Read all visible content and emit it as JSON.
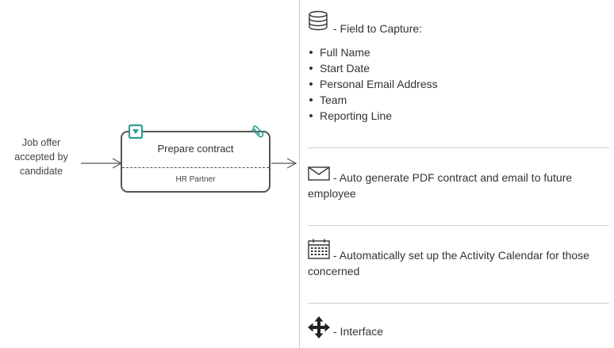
{
  "diagram": {
    "trigger_label": "Job offer\naccepted by\ncandidate",
    "task": {
      "title": "Prepare contract",
      "role": "HR Partner"
    },
    "icons": {
      "form": "form-dropdown-icon",
      "attachment": "paperclip-icon"
    },
    "colors": {
      "accent": "#2a9d8f",
      "stroke": "#555555"
    }
  },
  "panel": {
    "fields_section": {
      "icon": "database-icon",
      "heading": "- Field to Capture:",
      "items": [
        "Full Name",
        "Start Date",
        "Personal Email Address",
        "Team",
        "Reporting Line"
      ]
    },
    "email_section": {
      "icon": "envelope-icon",
      "text": "- Auto generate PDF contract and email to future employee"
    },
    "calendar_section": {
      "icon": "calendar-icon",
      "text": "- Automatically set up the Activity Calendar for those concerned"
    },
    "interface_section": {
      "icon": "move-arrows-icon",
      "text": "- Interface"
    }
  }
}
